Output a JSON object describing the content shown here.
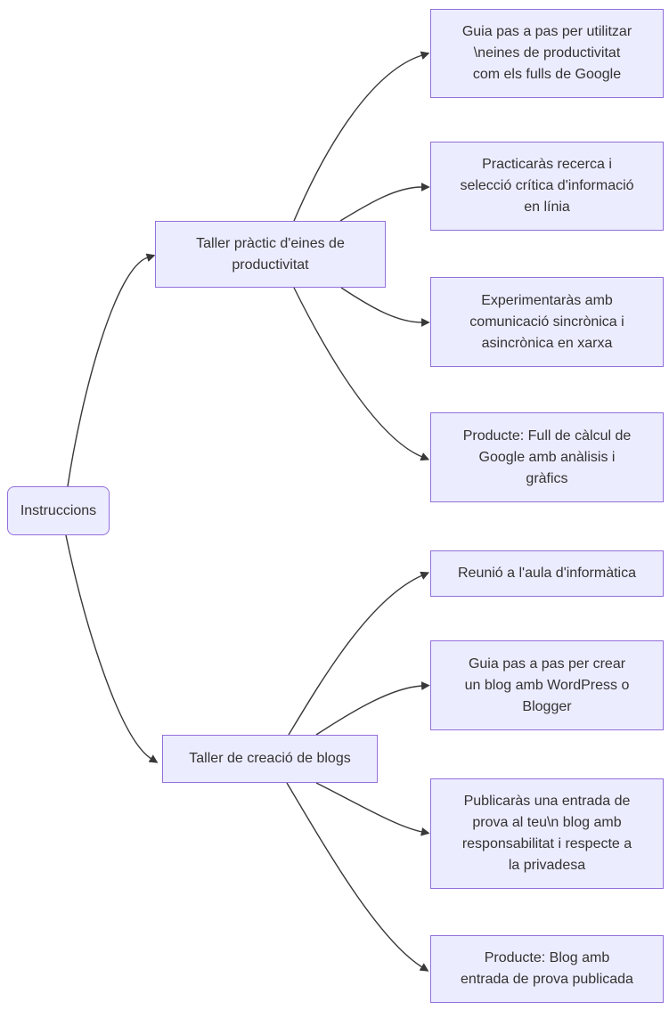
{
  "page": {
    "background": "#ffffff"
  },
  "diagram": {
    "type": "mindmap-flowchart",
    "colors": {
      "node_fill": "#ECECFF",
      "node_border": "#9370DB",
      "text": "#333333",
      "edge": "#383838",
      "background": "#ffffff"
    },
    "nodes": [
      {
        "id": "root",
        "type": "root",
        "lines": [
          "Instruccions"
        ]
      },
      {
        "id": "b1",
        "type": "branch",
        "lines": [
          "Taller pràctic d'eines de",
          "productivitat"
        ]
      },
      {
        "id": "b2",
        "type": "branch",
        "lines": [
          "Taller de creació de blogs"
        ]
      },
      {
        "id": "l1",
        "type": "leaf",
        "lines": [
          "Guia pas a pas per utilitzar",
          "\\neines de productivitat",
          "com els fulls de Google"
        ]
      },
      {
        "id": "l2",
        "type": "leaf",
        "lines": [
          "Practicaràs recerca i",
          "selecció crítica d'informació",
          "en línia"
        ]
      },
      {
        "id": "l3",
        "type": "leaf",
        "lines": [
          "Experimentaràs amb",
          "comunicació sincrònica i",
          "asincrònica en xarxa"
        ]
      },
      {
        "id": "l4",
        "type": "leaf",
        "lines": [
          "Producte: Full de càlcul de",
          "Google amb anàlisis i",
          "gràfics"
        ]
      },
      {
        "id": "l5",
        "type": "leaf",
        "lines": [
          "Reunió a l'aula d'informàtica"
        ]
      },
      {
        "id": "l6",
        "type": "leaf",
        "lines": [
          "Guia pas a pas per crear",
          "un blog amb WordPress o",
          "Blogger"
        ]
      },
      {
        "id": "l7",
        "type": "leaf",
        "lines": [
          "Publicaràs una entrada de",
          "prova al teu\\n blog amb",
          "responsabilitat i respecte a",
          "la privadesa"
        ]
      },
      {
        "id": "l8",
        "type": "leaf",
        "lines": [
          "Producte: Blog amb",
          "entrada de prova publicada"
        ]
      }
    ],
    "edges": [
      {
        "from": "root",
        "to": "b1"
      },
      {
        "from": "root",
        "to": "b2"
      },
      {
        "from": "b1",
        "to": "l1"
      },
      {
        "from": "b1",
        "to": "l2"
      },
      {
        "from": "b1",
        "to": "l3"
      },
      {
        "from": "b1",
        "to": "l4"
      },
      {
        "from": "b2",
        "to": "l5"
      },
      {
        "from": "b2",
        "to": "l6"
      },
      {
        "from": "b2",
        "to": "l7"
      },
      {
        "from": "b2",
        "to": "l8"
      }
    ]
  }
}
